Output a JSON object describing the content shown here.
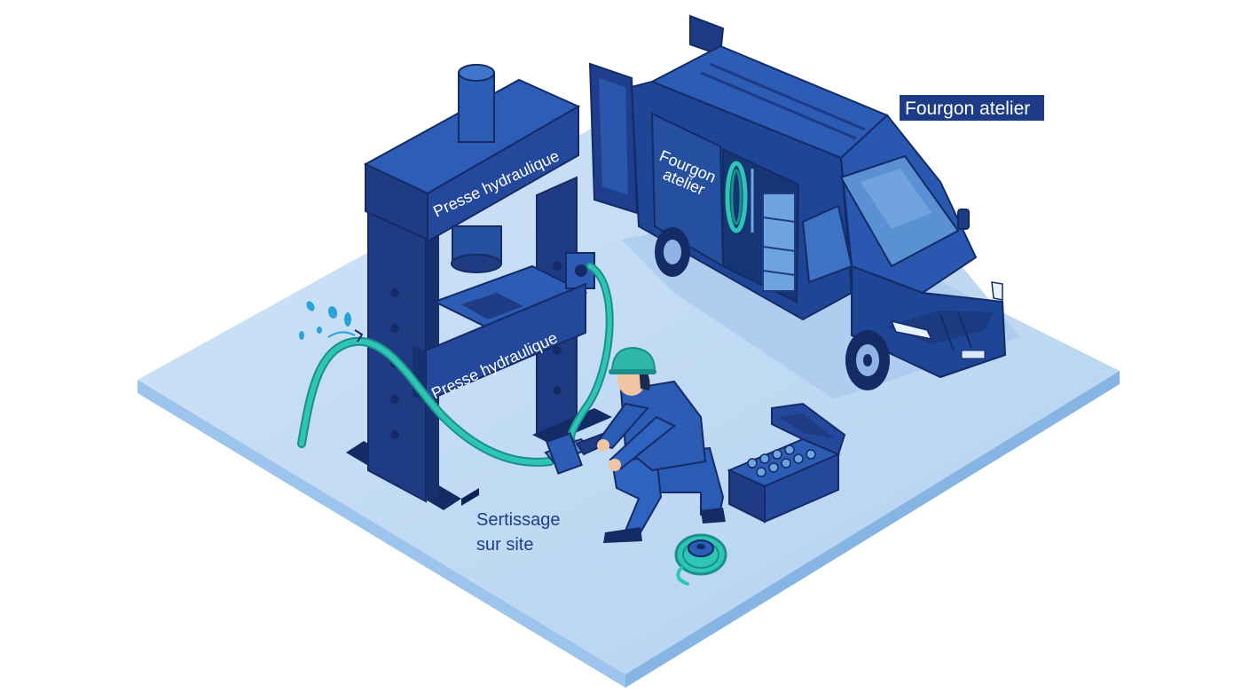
{
  "labels": {
    "press_upper": "Presse hydraulique",
    "press_lower": "Presse hydraulique",
    "van_panel_line1": "Fourgon",
    "van_panel_line2": "atelier",
    "van_callout": "Fourgon atelier",
    "crimping_line1": "Sertissage",
    "crimping_line2": "sur site"
  },
  "colors": {
    "navy": "#1d3b86",
    "navy_dark": "#142b66",
    "blue_mid": "#2a5bb5",
    "blue_light": "#5b8fd6",
    "floor": "#bcd7f2",
    "floor_edge": "#93bfe8",
    "hose": "#2ec4b6",
    "hose_dark": "#1b8f8a",
    "helmet": "#2fb7a8",
    "skin": "#f1c5a4"
  },
  "icons": {
    "press": "hydraulic-press-icon",
    "van": "workshop-van-icon",
    "technician": "technician-icon",
    "toolbox": "toolbox-icon",
    "hose_reel": "hose-reel-icon",
    "leak": "water-leak-icon"
  }
}
